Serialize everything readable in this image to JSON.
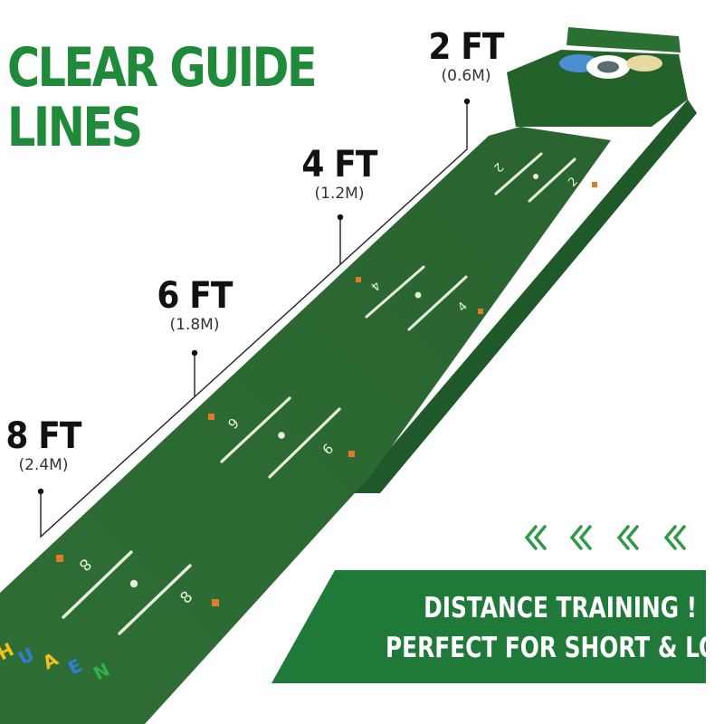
{
  "headline": {
    "line1": "CLEAR GUIDE",
    "line2": "LINES"
  },
  "distances": [
    {
      "feet": "2 FT",
      "meters": "(0.6M)",
      "mat_number": "2"
    },
    {
      "feet": "4 FT",
      "meters": "(1.2M)",
      "mat_number": "4"
    },
    {
      "feet": "6 FT",
      "meters": "(1.8M)",
      "mat_number": "6"
    },
    {
      "feet": "8 FT",
      "meters": "(2.4M)",
      "mat_number": "8"
    }
  ],
  "banner": {
    "line1": "DISTANCE TRAINING !",
    "line2": "PERFECT FOR SHORT & LONG"
  },
  "brand": {
    "letters": [
      "H",
      "U",
      "A",
      "E",
      "N"
    ],
    "colors": [
      "#f2c21a",
      "#2f7fd8",
      "#f2c21a",
      "#2f7fd8",
      "#2fb14a"
    ]
  },
  "colors": {
    "headline": "#1f8a3a",
    "banner": "#1f7a3a",
    "mat": "#2d6a33",
    "mat_frame": "#1f5a2b",
    "guide_line": "#e8f0e0",
    "marker": "#e07a2a"
  },
  "icons": {
    "chevrons": "double-chevron-left-icon",
    "cup": "golf-cup-icon"
  }
}
